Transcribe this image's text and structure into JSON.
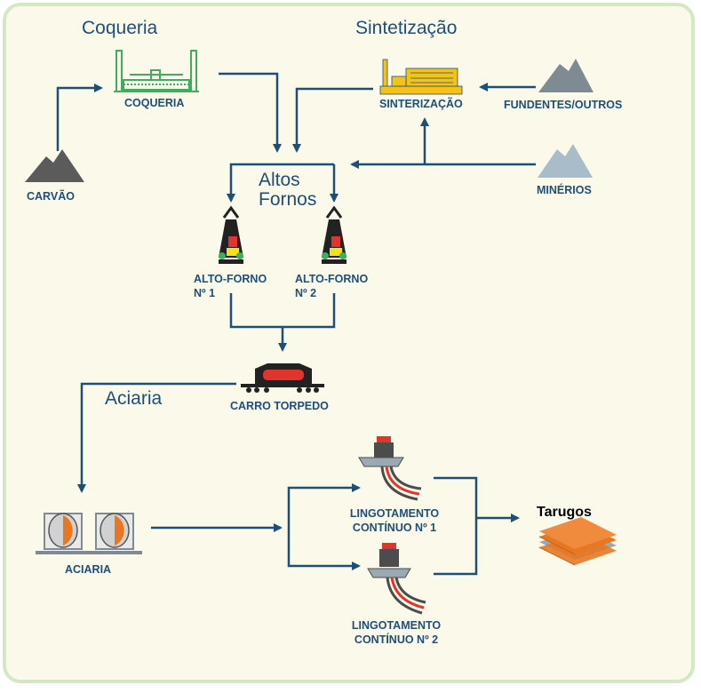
{
  "colors": {
    "background": "#fbf9e9",
    "frame": "#d4e8c6",
    "flow": "#1e5077",
    "coke_green": "#3fae5c",
    "sinter_yellow": "#f3c318",
    "furnace_red": "#e0342c",
    "steel_orange": "#e87722"
  },
  "sections": {
    "coqueria": "Coqueria",
    "sintetizacao": "Sintetização",
    "altos_fornos": [
      "Altos",
      "Fornos"
    ],
    "aciaria": "Aciaria"
  },
  "nodes": {
    "coqueria": "COQUERIA",
    "carvao": "CARVÃO",
    "sinterizacao": "SINTERIZAÇÃO",
    "fundentes": "FUNDENTES/OUTROS",
    "minerios": "MINÉRIOS",
    "alto_forno_1": [
      "ALTO-FORNO",
      "Nº 1"
    ],
    "alto_forno_2": [
      "ALTO-FORNO",
      "Nº 2"
    ],
    "carro_torpedo": "CARRO TORPEDO",
    "aciaria": "ACIARIA",
    "lingotamento_1": [
      "LINGOTAMENTO",
      "CONTÍNUO Nº 1"
    ],
    "lingotamento_2": [
      "LINGOTAMENTO",
      "CONTÍNUO Nº 2"
    ]
  },
  "product": "Tarugos",
  "icons": [
    "coke-oven-icon",
    "coal-pile-icon",
    "sinter-plant-icon",
    "flux-pile-icon",
    "ore-pile-icon",
    "blast-furnace-icon",
    "torpedo-car-icon",
    "converter-icon",
    "continuous-caster-icon",
    "billets-icon"
  ]
}
